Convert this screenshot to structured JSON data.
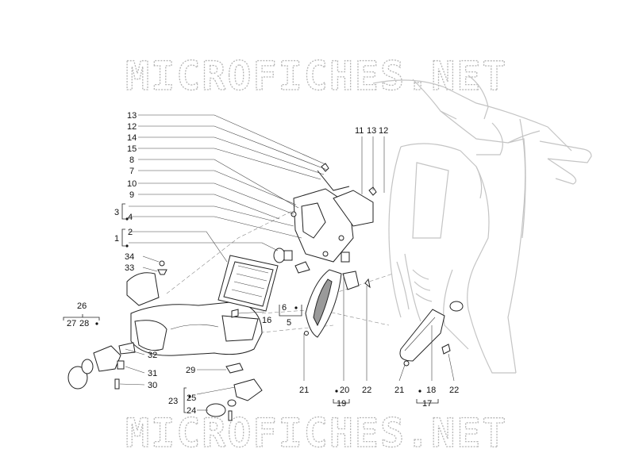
{
  "watermark_top": "MICROFICHES.NET",
  "watermark_bottom": "MICROFICHES.NET",
  "callouts": {
    "c13a": "13",
    "c12a": "12",
    "c14": "14",
    "c15": "15",
    "c8": "8",
    "c7": "7",
    "c10": "10",
    "c9": "9",
    "c3": "3",
    "c4": "4",
    "c2": "2",
    "c1": "1",
    "c34": "34",
    "c33": "33",
    "c26": "26",
    "c27": "27",
    "c28": "28",
    "c32": "32",
    "c31": "31",
    "c30": "30",
    "c29": "29",
    "c23": "23",
    "c25": "25",
    "c24": "24",
    "c16": "16",
    "c6": "6",
    "c5": "5",
    "c11": "11",
    "c13b": "13",
    "c12b": "12",
    "c21a": "21",
    "c20": "20",
    "c22a": "22",
    "c19": "19",
    "c21b": "21",
    "c18": "18",
    "c22b": "22",
    "c17": "17"
  }
}
